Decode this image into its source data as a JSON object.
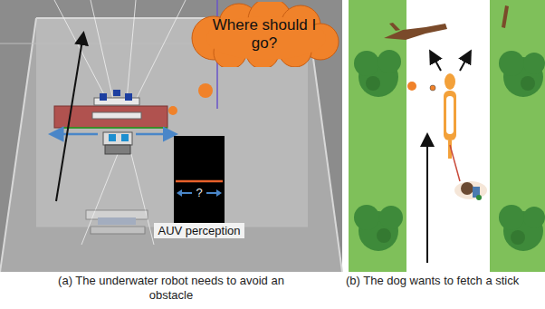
{
  "diagram": {
    "nodes": [
      {
        "text": [
          "Where should I go?"
        ]
      },
      {
        "text": [
          "?",
          "AUV perception"
        ]
      }
    ],
    "labels": [
      "(a) The underwater robot needs to avoid an obstacle",
      "(b) The dog wants to fetch a stick"
    ]
  }
}
